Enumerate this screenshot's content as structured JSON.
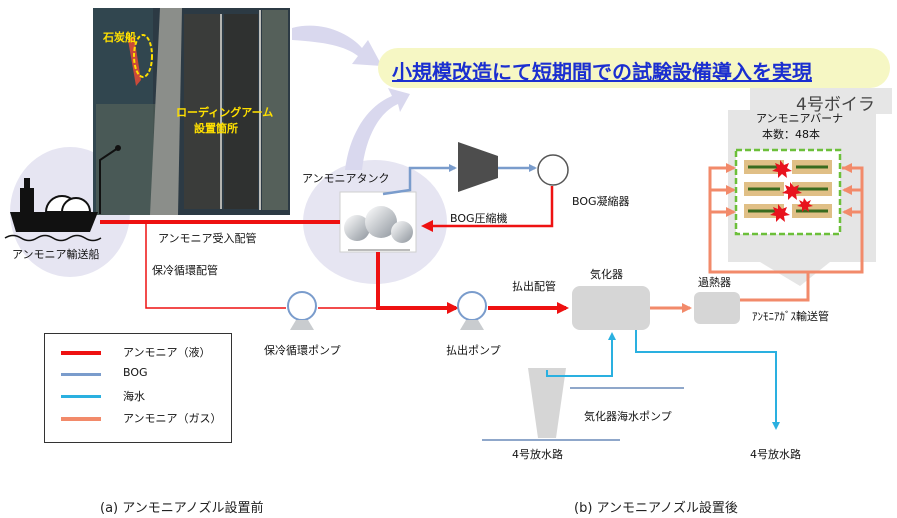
{
  "headline": "小規模改造にて短期間での試験設備導入を実現",
  "boiler": {
    "title": "4号ボイラ",
    "burner": "アンモニアバーナ",
    "count": "本数：48本"
  },
  "aerial": {
    "coal_ship": "石炭船",
    "loading_arm_1": "ローディングアーム",
    "loading_arm_2": "設置箇所"
  },
  "labels": {
    "tank": "アンモニアタンク",
    "bog_condenser": "BOG凝縮器",
    "bog_compressor": "BOG圧縮機",
    "carrier_ship": "アンモニア輸送船",
    "receiving_pipe": "アンモニア受入配管",
    "cold_loop_pipe": "保冷循環配管",
    "discharge_pipe": "払出配管",
    "vaporizer": "気化器",
    "superheater": "過熱器",
    "gas_pipe": "ｱﾝﾓﾆｱｶﾞｽ輸送管",
    "cold_loop_pump": "保冷循環ポンプ",
    "discharge_pump": "払出ポンプ",
    "seawater_pump": "気化器海水ポンプ",
    "outfall_left": "4号放水路",
    "outfall_right": "4号放水路"
  },
  "legend": [
    {
      "label": "アンモニア（液）",
      "color": "#ee1111"
    },
    {
      "label": "BOG",
      "color": "#7a9ccc"
    },
    {
      "label": "海水",
      "color": "#2ab0e0"
    },
    {
      "label": "アンモニア（ガス）",
      "color": "#f28a6a"
    }
  ],
  "captions": {
    "a": "(a)  アンモニアノズル設置前",
    "b": "(b)  アンモニアノズル設置後"
  }
}
